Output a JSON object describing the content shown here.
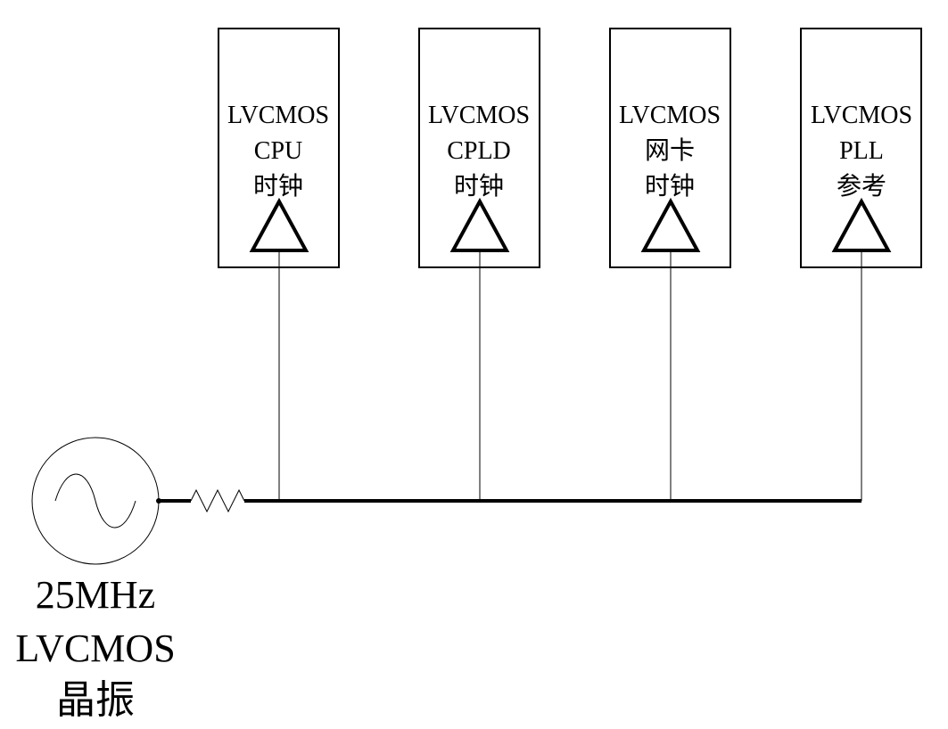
{
  "receivers": [
    {
      "lines": [
        "LVCMOS",
        "CPU",
        "时钟"
      ]
    },
    {
      "lines": [
        "LVCMOS",
        "CPLD",
        "时钟"
      ]
    },
    {
      "lines": [
        "LVCMOS",
        "网卡",
        "时钟"
      ]
    },
    {
      "lines": [
        "LVCMOS",
        "PLL",
        "参考"
      ]
    }
  ],
  "source": {
    "lines": [
      "25MHz",
      "LVCMOS",
      "晶振"
    ]
  },
  "colors": {
    "stroke": "#000000",
    "background": "#ffffff"
  }
}
